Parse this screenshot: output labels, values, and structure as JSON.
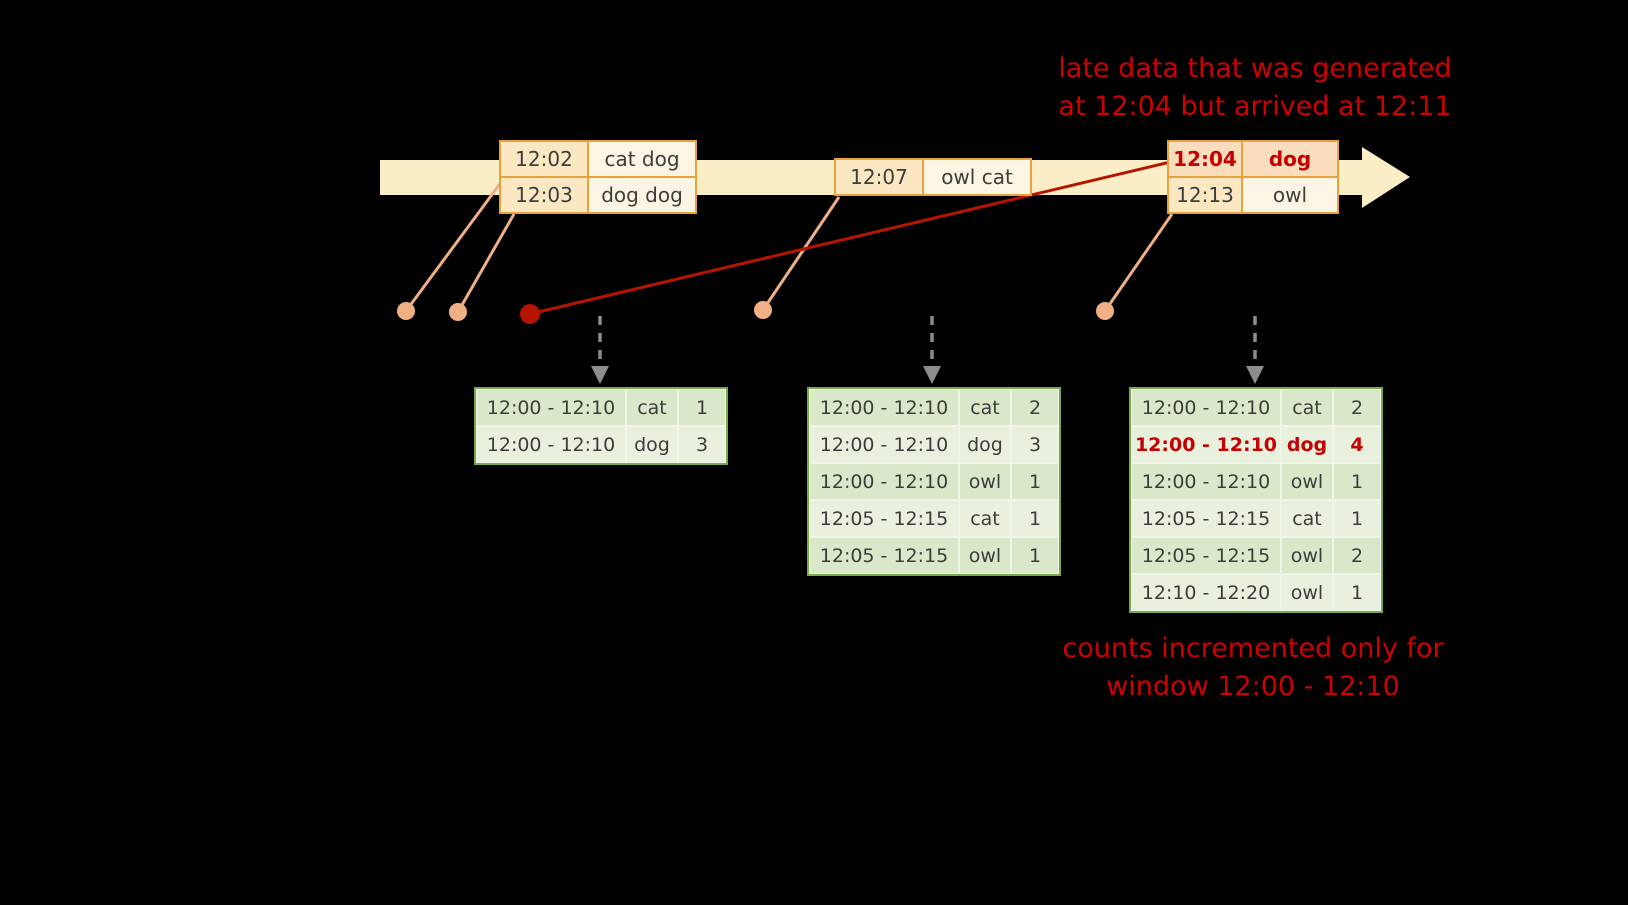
{
  "annotations": {
    "late_data_line1": "late data that was generated",
    "late_data_line2": "at 12:04 but arrived at 12:11",
    "counts_line1": "counts incremented only for",
    "counts_line2": "window 12:00 - 12:10"
  },
  "event_tables": {
    "first": {
      "rows": [
        {
          "time": "12:02",
          "words": "cat dog"
        },
        {
          "time": "12:03",
          "words": "dog dog"
        }
      ]
    },
    "second": {
      "rows": [
        {
          "time": "12:07",
          "words": "owl cat"
        }
      ]
    },
    "third": {
      "rows": [
        {
          "time": "12:04",
          "words": "dog"
        },
        {
          "time": "12:13",
          "words": "owl"
        }
      ]
    }
  },
  "result_tables": {
    "first": {
      "rows": [
        {
          "window": "12:00 - 12:10",
          "word": "cat",
          "count": "1"
        },
        {
          "window": "12:00 - 12:10",
          "word": "dog",
          "count": "3"
        }
      ]
    },
    "second": {
      "rows": [
        {
          "window": "12:00 - 12:10",
          "word": "cat",
          "count": "2"
        },
        {
          "window": "12:00 - 12:10",
          "word": "dog",
          "count": "3"
        },
        {
          "window": "12:00 - 12:10",
          "word": "owl",
          "count": "1"
        },
        {
          "window": "12:05 - 12:15",
          "word": "cat",
          "count": "1"
        },
        {
          "window": "12:05 - 12:15",
          "word": "owl",
          "count": "1"
        }
      ]
    },
    "third": {
      "rows": [
        {
          "window": "12:00 - 12:10",
          "word": "cat",
          "count": "2"
        },
        {
          "window": "12:00 - 12:10",
          "word": "dog",
          "count": "4"
        },
        {
          "window": "12:00 - 12:10",
          "word": "owl",
          "count": "1"
        },
        {
          "window": "12:05 - 12:15",
          "word": "cat",
          "count": "1"
        },
        {
          "window": "12:05 - 12:15",
          "word": "owl",
          "count": "2"
        },
        {
          "window": "12:10 - 12:20",
          "word": "owl",
          "count": "1"
        }
      ]
    }
  },
  "colors": {
    "background": "#000000",
    "timeline_fill": "#FBEDC6",
    "event_border": "#E8A23B",
    "event_time_fill": "#FBE7C1",
    "event_words_fill": "#FDF5E3",
    "late_row_fill": "#FADDBC",
    "result_border": "#79A94E",
    "result_fill_odd": "#DAE7C9",
    "result_fill_even": "#E9F1DE",
    "accent_red": "#CE0000",
    "dot_orange": "#F0B083",
    "dot_red": "#B51400",
    "arrow_gray": "#8C8C8C"
  }
}
